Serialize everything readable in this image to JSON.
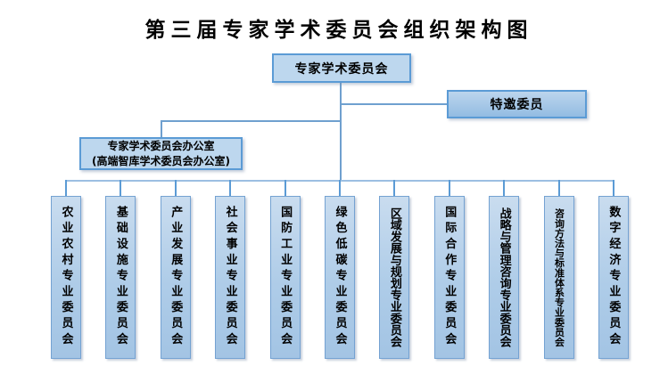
{
  "title": "第三届专家学术委员会组织架构图",
  "nodes": {
    "root": {
      "label": "专家学术委员会"
    },
    "special": {
      "label": "特邀委员"
    },
    "office": {
      "line1": "专家学术委员会办公室",
      "line2": "(高端智库学术委员会办公室)"
    }
  },
  "committees": [
    "农业农村专业委员会",
    "基础设施专业委员会",
    "产业发展专业委员会",
    "社会事业专业委员会",
    "国防工业专业委员会",
    "绿色低碳专业委员会",
    "区域发展与规划专业委员会",
    "国际合作专业委员会",
    "战略与管理咨询专业委员会",
    "咨询方法与标准体系专业委员会",
    "数字经济专业委员会"
  ],
  "colors": {
    "background": "#FFFFFF",
    "box_fill": "#BDD7EE",
    "box_fill_gradient_top": "#C9DCEF",
    "box_fill_gradient_bottom": "#A3C4E4",
    "box_border": "#5B9BD5",
    "connector": "#6FA0CF",
    "text": "#000000"
  }
}
